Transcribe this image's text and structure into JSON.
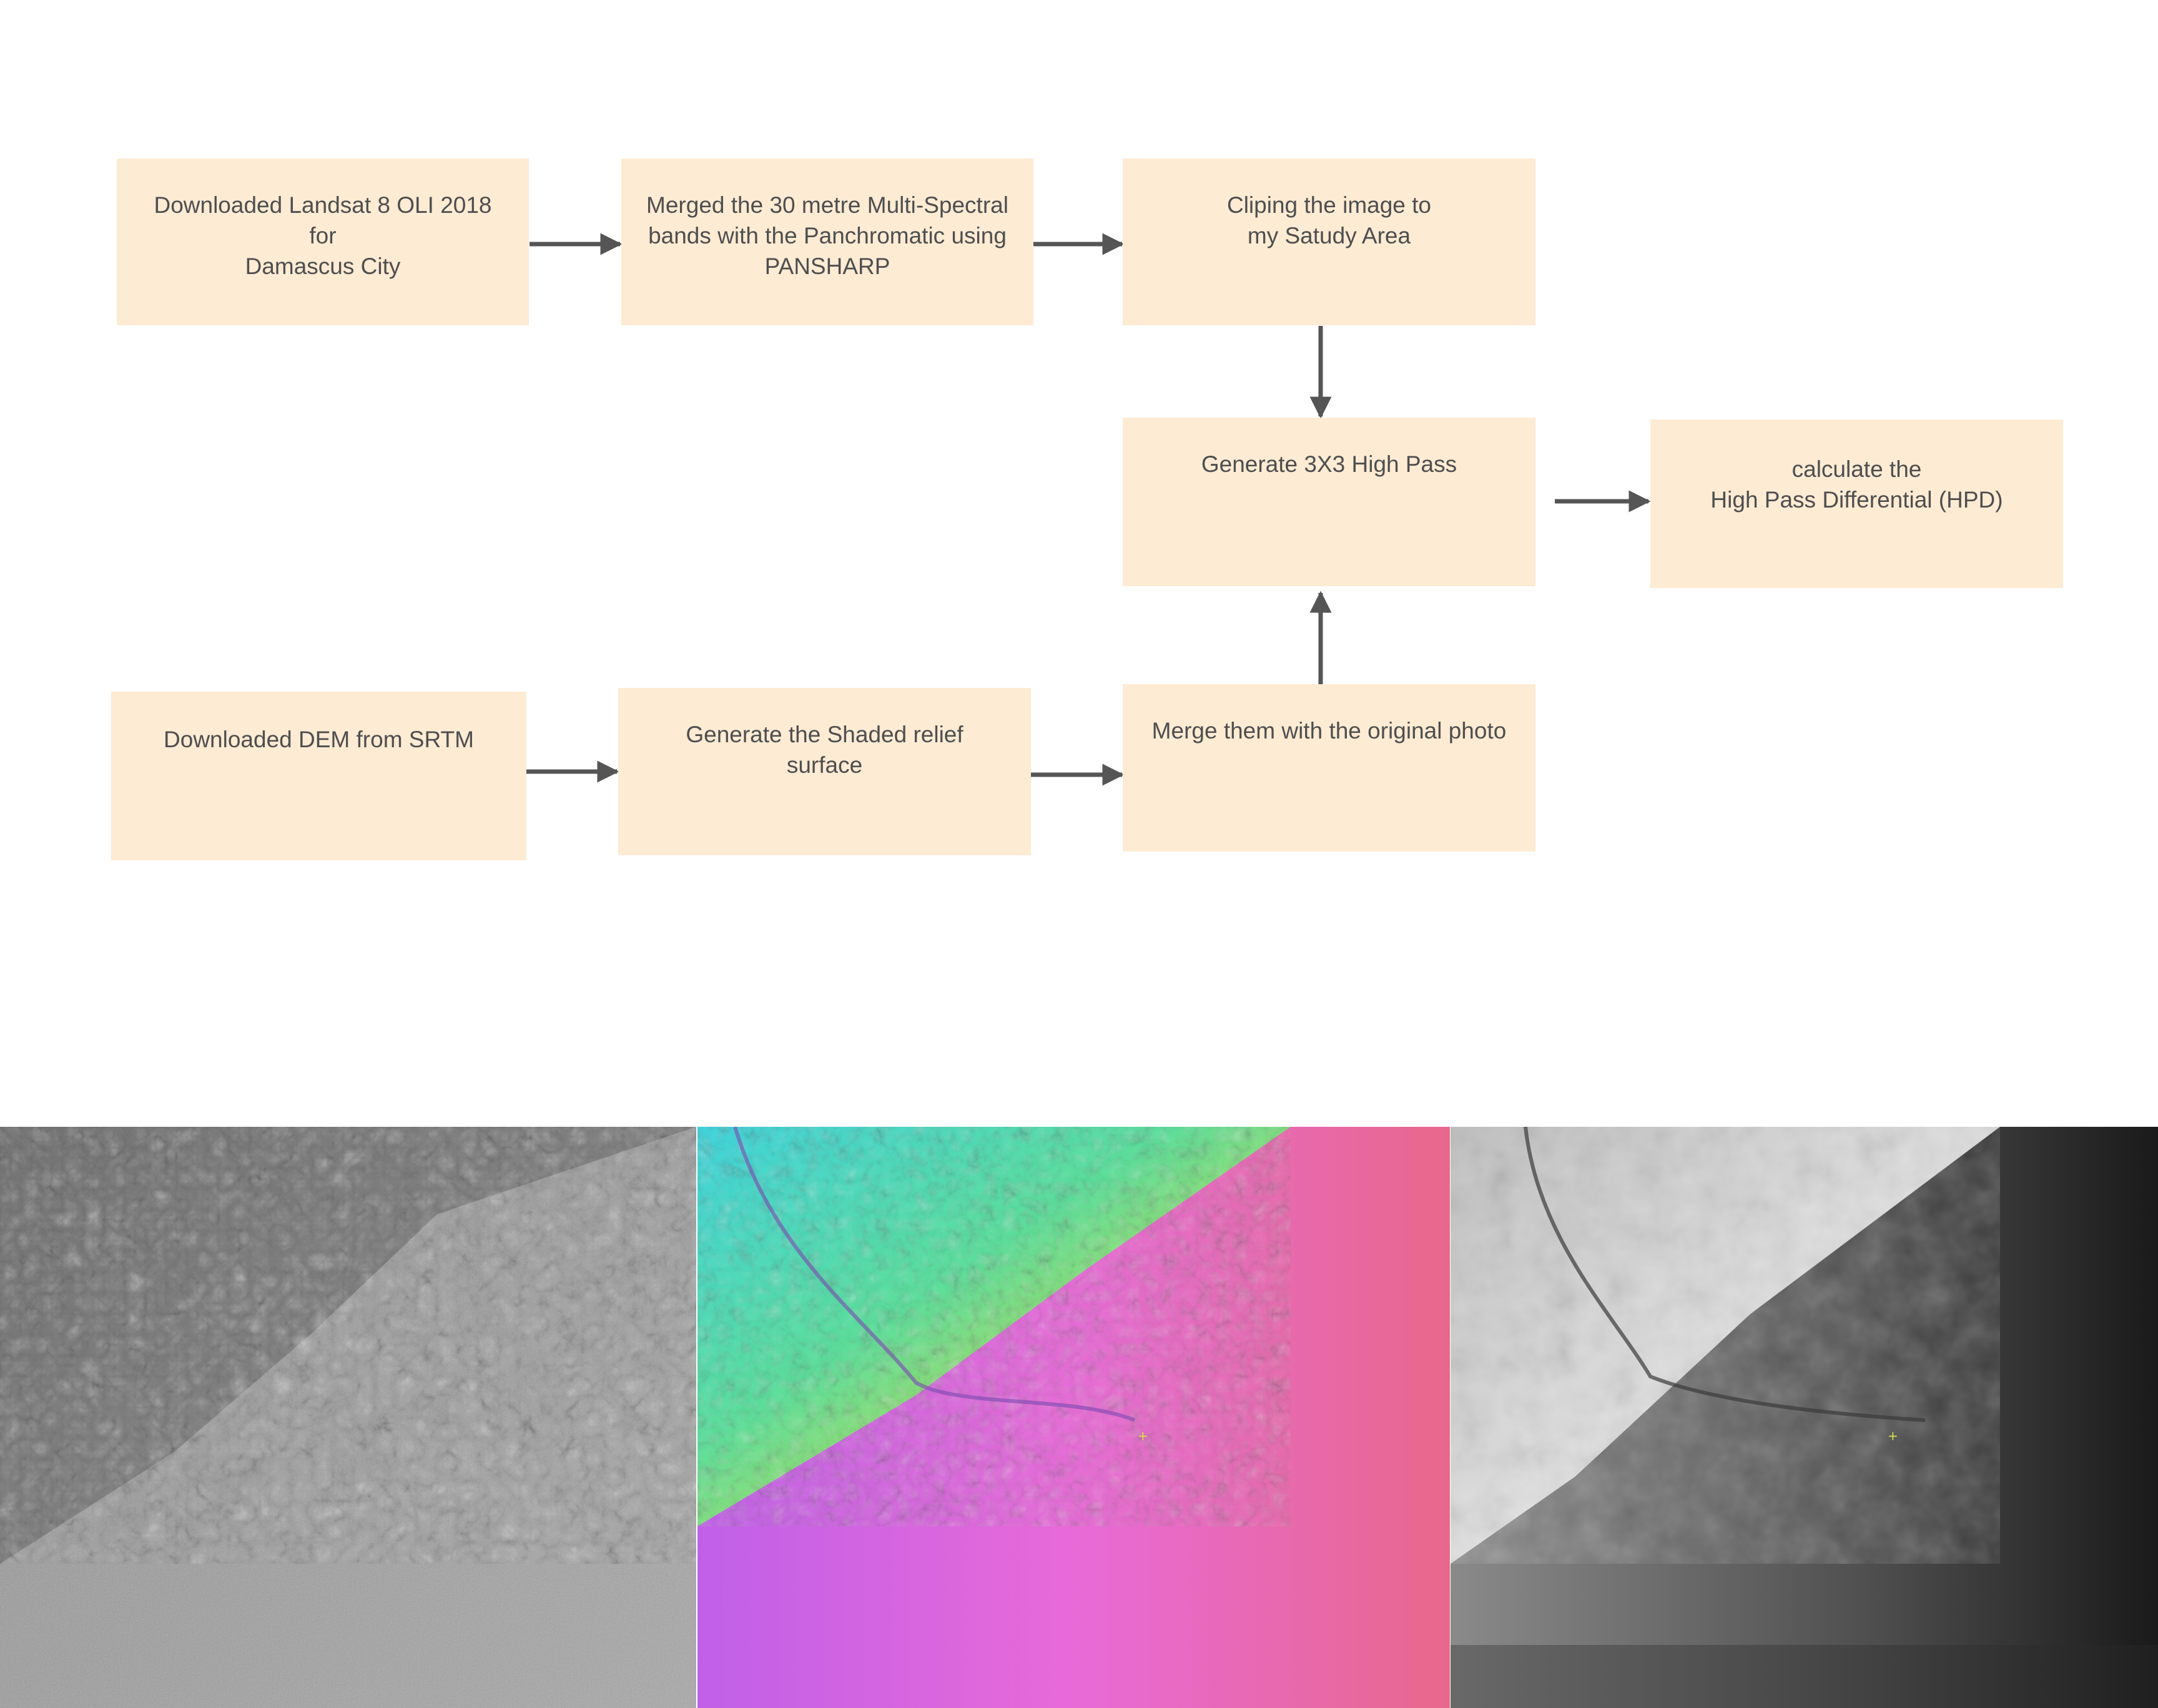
{
  "flowchart": {
    "nodes": {
      "landsat": "Downloaded Landsat 8 OLI 2018\nfor\nDamascus City",
      "merge_bands": "Merged the 30 metre Multi-Spectral\nbands  with the Panchromatic using\nPANSHARP",
      "clip": "Cliping the image to\nmy Satudy Area",
      "high_pass": "Generate 3X3 High Pass",
      "hpd": "calculate the\nHigh Pass Differential (HPD)",
      "dem": "Downloaded DEM from SRTM",
      "shaded_relief": "Generate the Shaded relief\nsurface",
      "merge_original": "Merge them with the original photo"
    },
    "colors": {
      "box_fill": "#fdebd3",
      "box_text": "#4e4e4e",
      "arrow": "#555555"
    }
  },
  "images": [
    {
      "name": "shaded-relief-image",
      "palette": "grayscale-hillshade"
    },
    {
      "name": "color-relief-image",
      "palette": "cyan-green-yellow-magenta"
    },
    {
      "name": "dem-grayscale-image",
      "palette": "grayscale-elevation"
    }
  ]
}
